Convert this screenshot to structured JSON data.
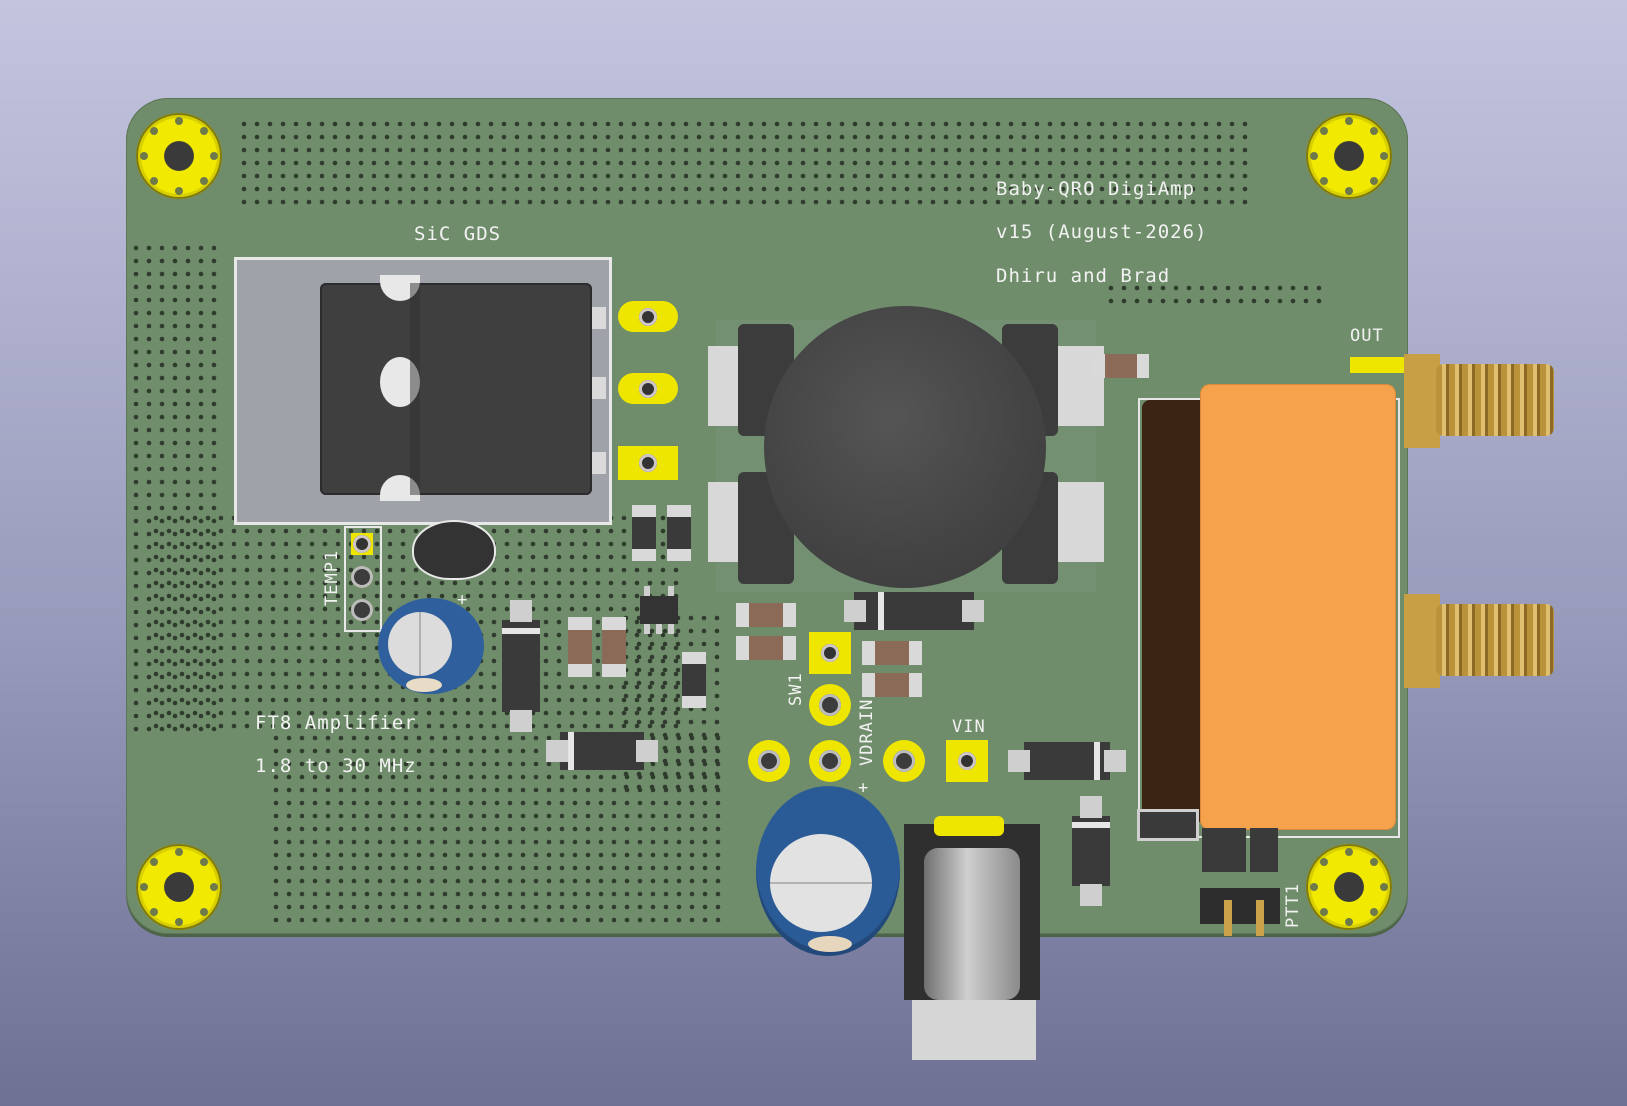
{
  "silkscreen": {
    "title": "Baby-QRO DigiAmp",
    "version": "v15 (August-2026)",
    "authors": "Dhiru and Brad",
    "sic_label": "SiC GDS",
    "temp_label": "TEMP1",
    "out_label": "OUT",
    "amp_name": "FT8 Amplifier",
    "band_range": "1.8 to 30 MHz",
    "sw_label": "SW1",
    "vdrain_label": "VDRAIN",
    "vin_label": "VIN",
    "ptt_label": "PTT1",
    "plus_sign": "+"
  },
  "colors": {
    "board": "#6f8d6a",
    "pad": "#efe600",
    "relay": "#f6a24d",
    "inductor": "#464646"
  }
}
